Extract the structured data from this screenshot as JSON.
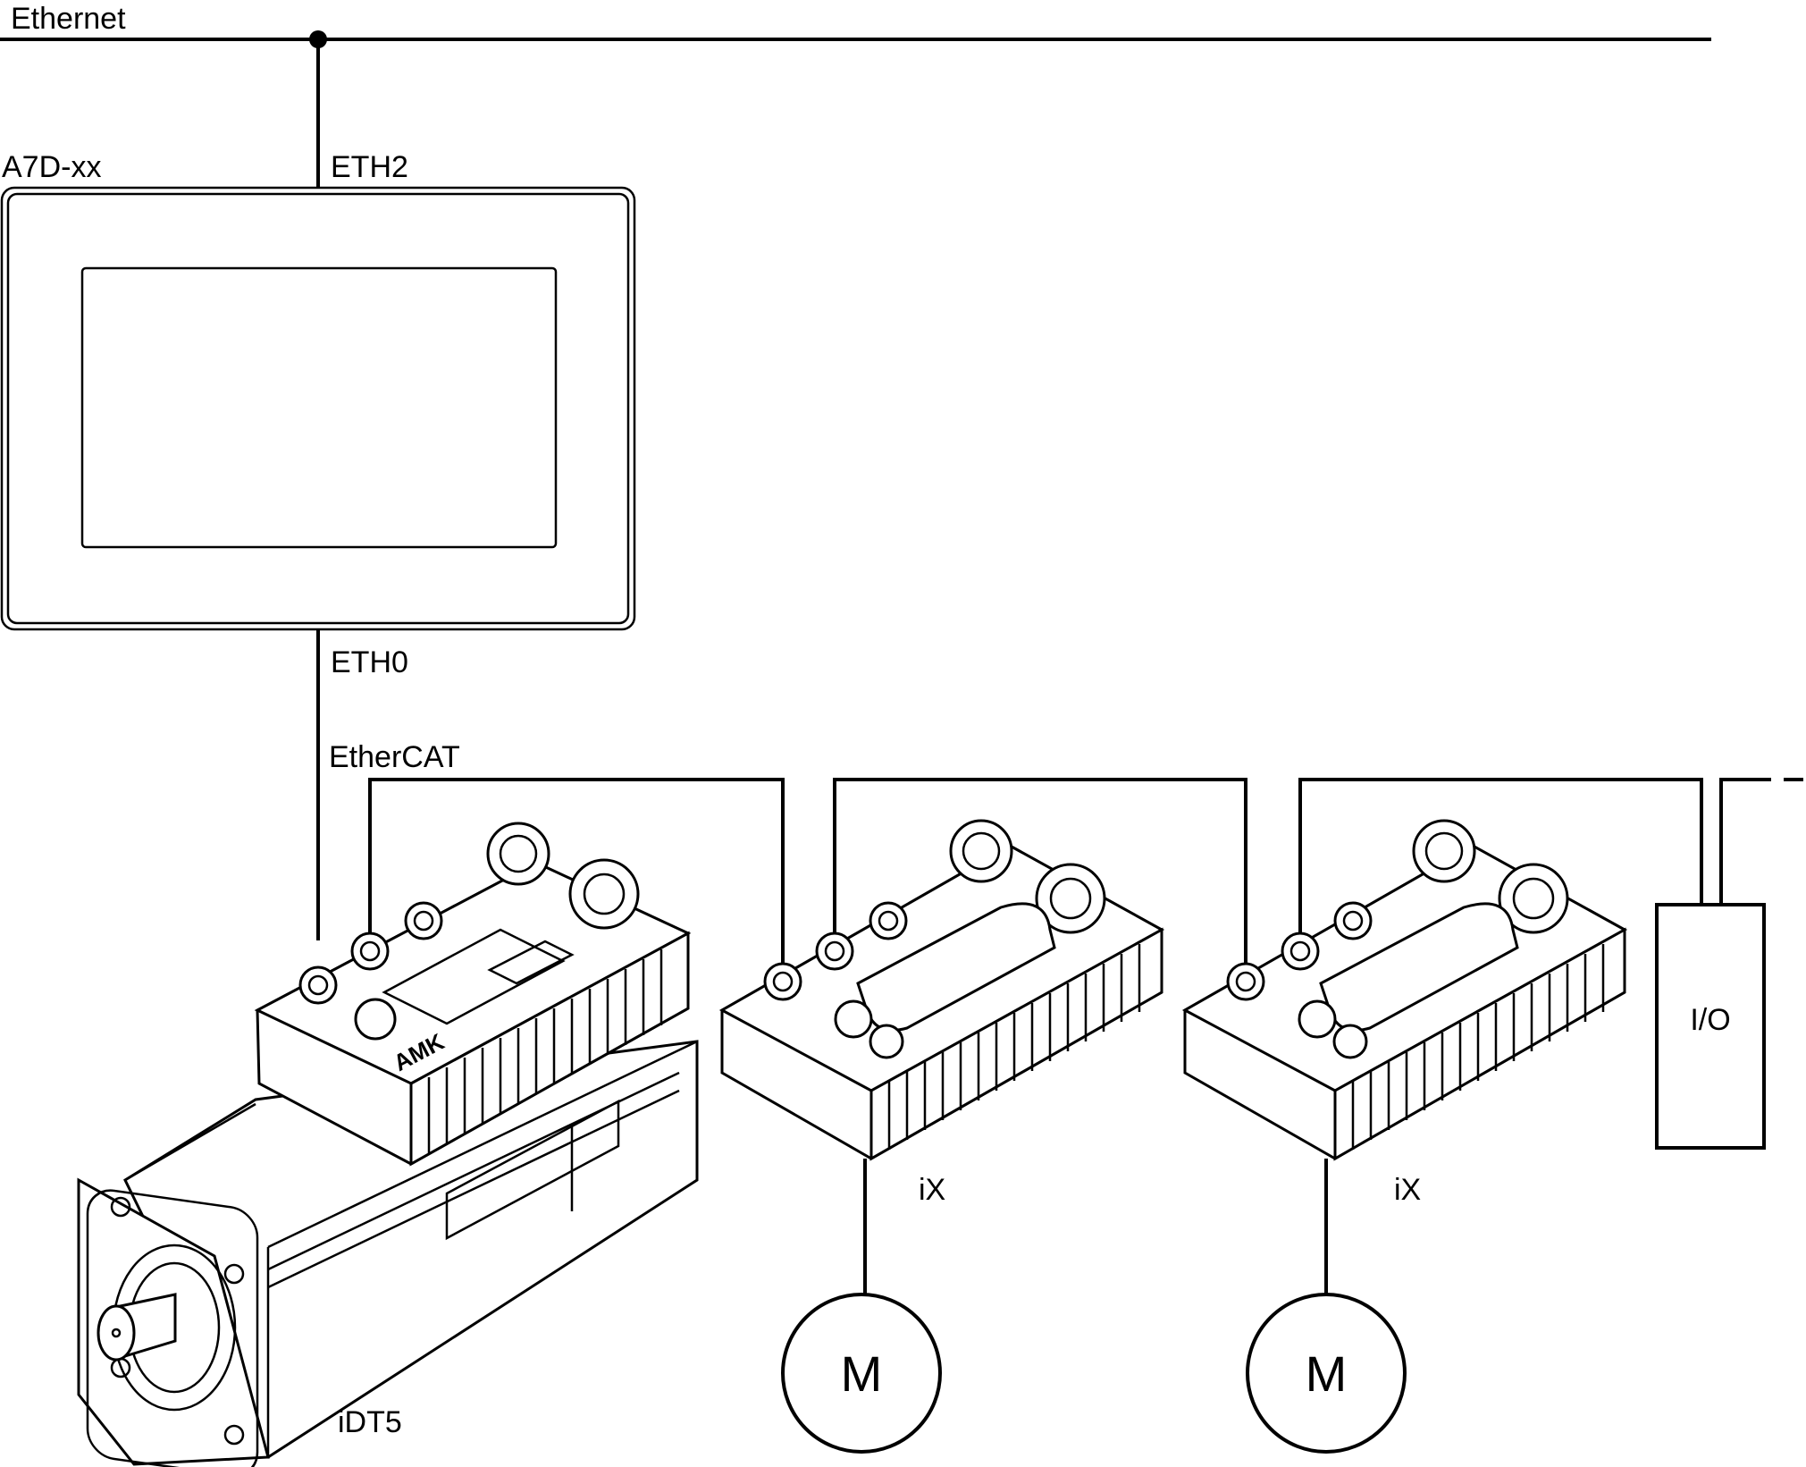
{
  "labels": {
    "ethernet": "Ethernet",
    "controller": "A7D-xx",
    "eth2": "ETH2",
    "eth0": "ETH0",
    "ethercat": "EtherCAT",
    "servo_motor": "iDT5",
    "drive_1": "iX",
    "drive_2": "iX",
    "io": "I/O",
    "motor_1": "M",
    "motor_2": "M",
    "logo": "AMK"
  },
  "colors": {
    "line": "#000000",
    "background": "#ffffff"
  }
}
